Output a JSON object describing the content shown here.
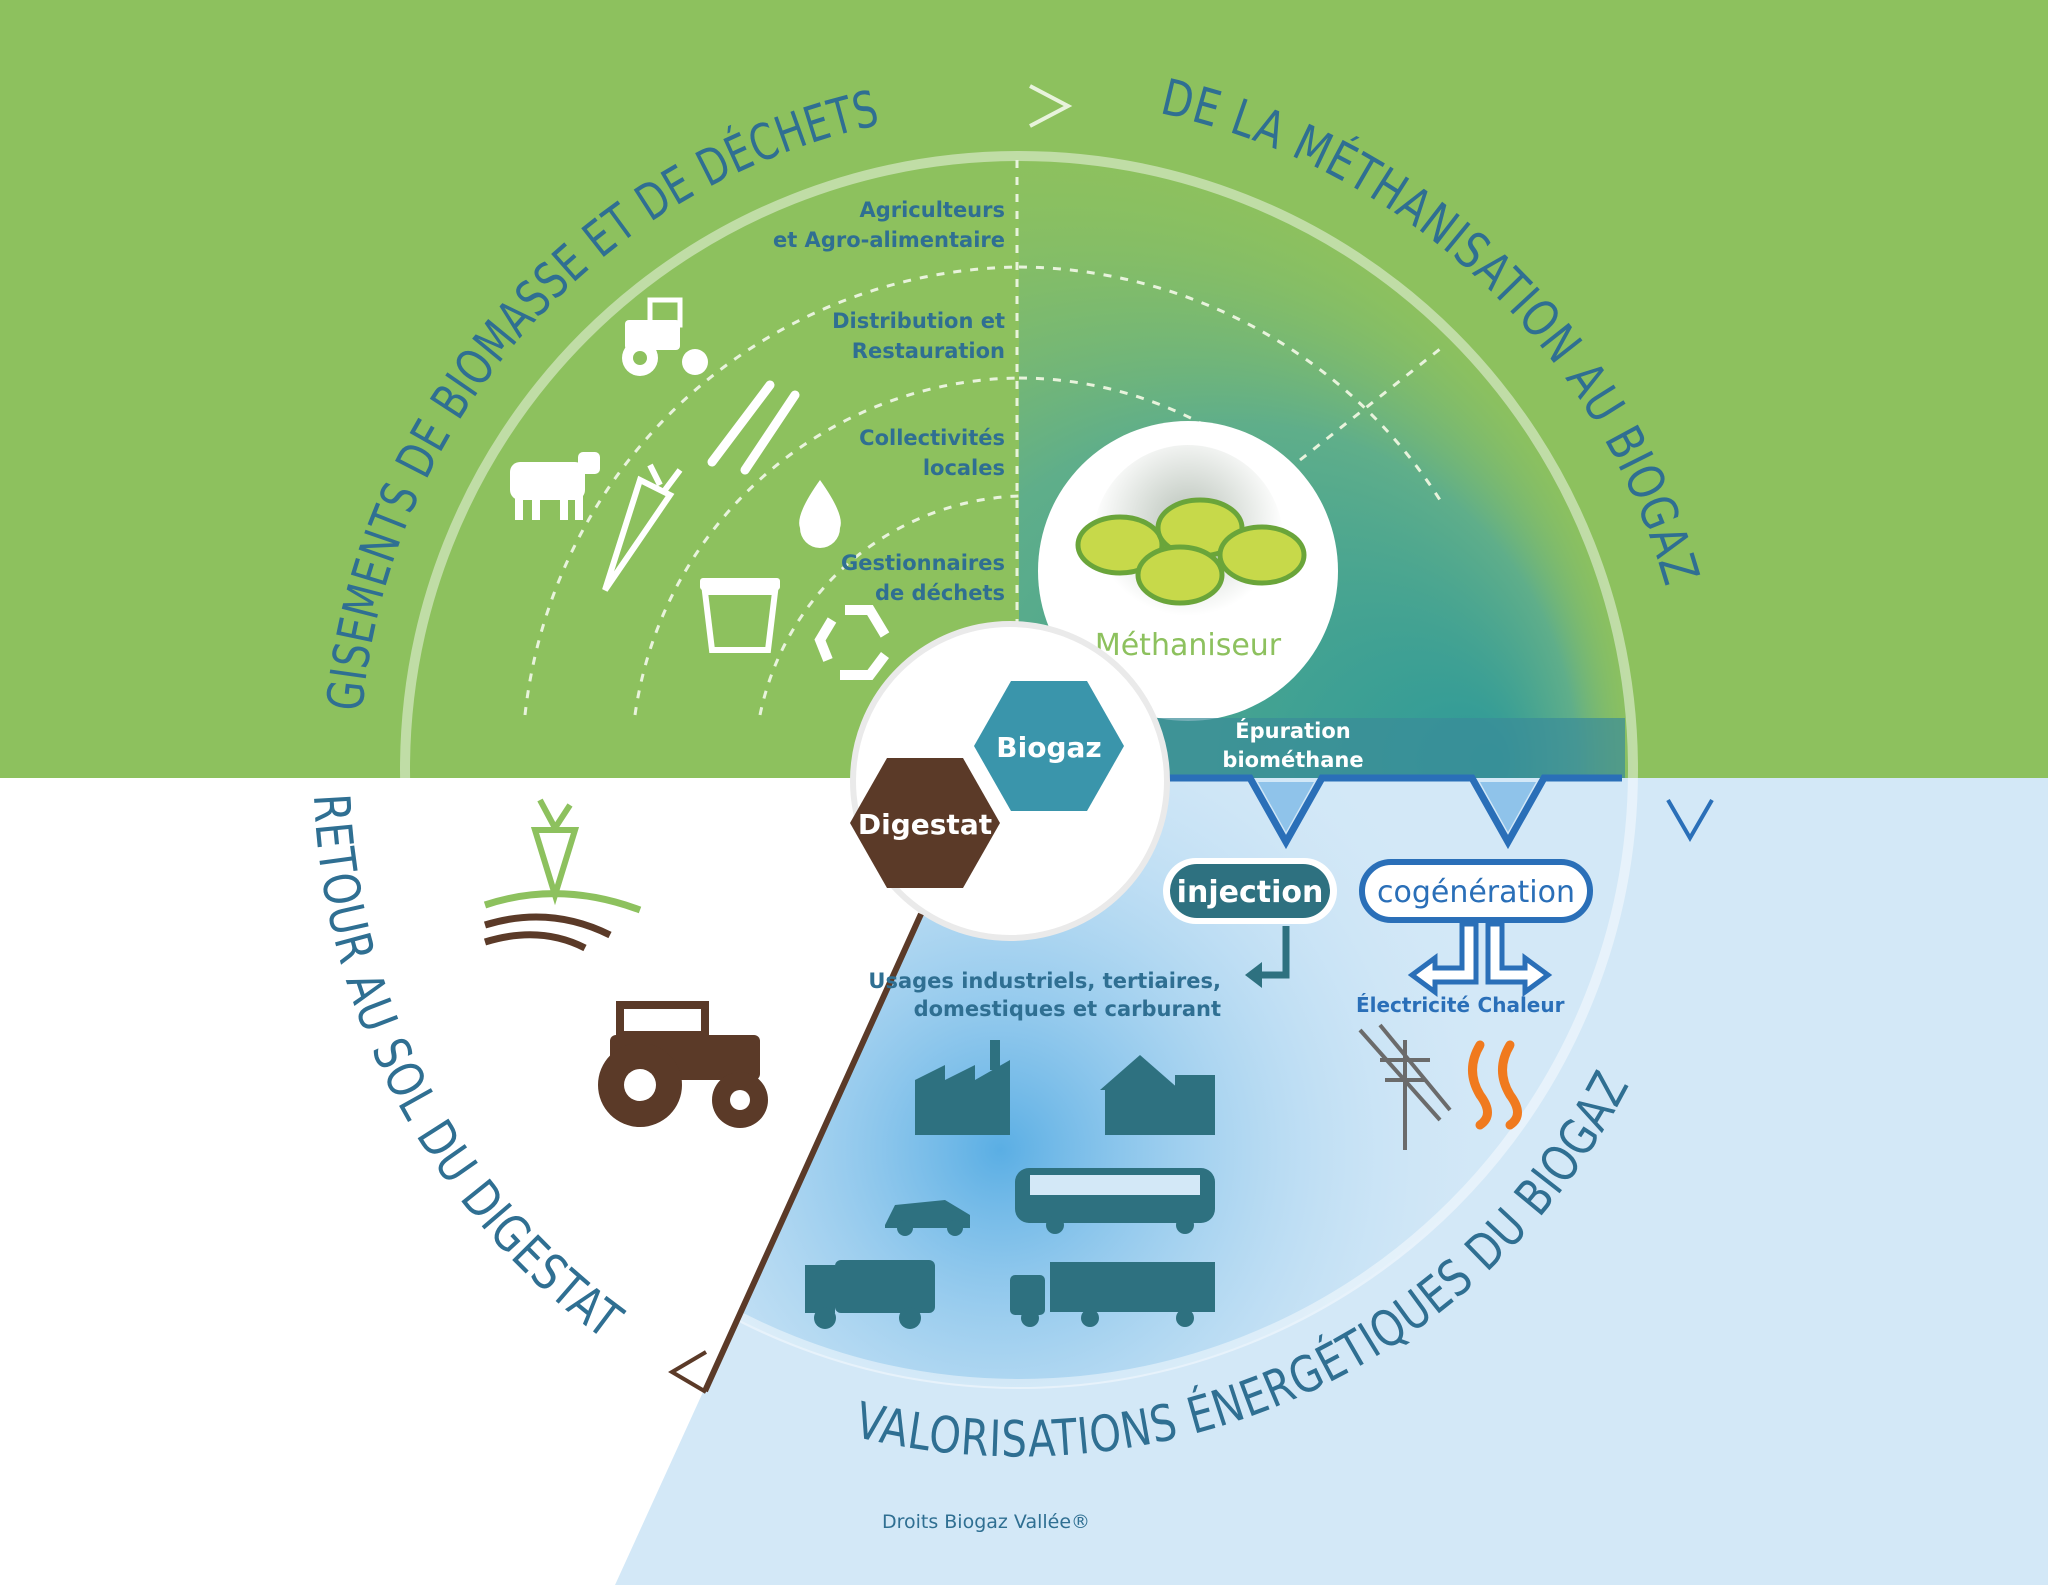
{
  "titles": {
    "gisements": "GISEMENTS DE BIOMASSE ET DE DÉCHETS",
    "methanisation": "DE LA MÉTHANISATION AU BIOGAZ",
    "retour": "RETOUR AU SOL DU DIGESTAT",
    "valorisations": "VALORISATIONS ÉNERGÉTIQUES DU BIOGAZ"
  },
  "sectors": [
    {
      "line1": "Agriculteurs",
      "line2": "et Agro-alimentaire"
    },
    {
      "line1": "Distribution et",
      "line2": "Restauration"
    },
    {
      "line1": "Collectivités",
      "line2": "locales"
    },
    {
      "line1": "Gestionnaires",
      "line2": "de déchets"
    }
  ],
  "center": {
    "methaniseur": "Méthaniseur",
    "biogaz": "Biogaz",
    "digestat": "Digestat",
    "epuration_line1": "Épuration",
    "epuration_line2": "biométhane"
  },
  "outputs": {
    "injection": "injection",
    "cogeneration": "cogénération",
    "usages_line1": "Usages industriels, tertiaires,",
    "usages_line2": "domestiques et carburant",
    "electricite": "Électricité",
    "chaleur": "Chaleur"
  },
  "footer": {
    "credit": "Droits Biogaz Vallée®"
  },
  "colors": {
    "green": "#8dc15e",
    "light_blue": "#d3e8f7",
    "teal": "#2f8a9f",
    "brown": "#5b3a28",
    "text_blue": "#2f6f92",
    "flow_blue": "#2a6fb8"
  }
}
